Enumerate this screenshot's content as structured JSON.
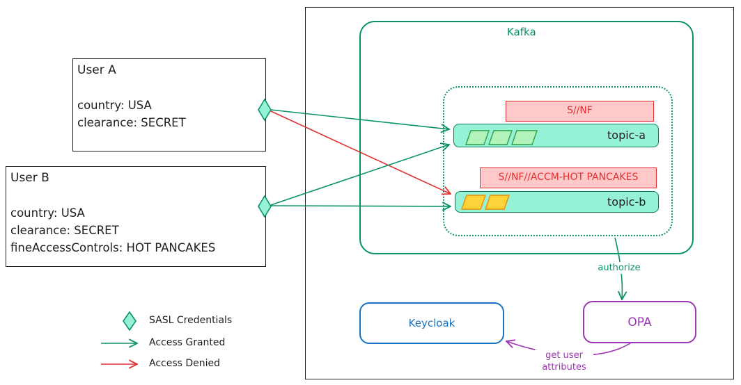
{
  "kafka": {
    "label": "Kafka"
  },
  "users": [
    {
      "name": "User A",
      "attributes": [
        "country: USA",
        "clearance: SECRET"
      ]
    },
    {
      "name": "User B",
      "attributes": [
        "country: USA",
        "clearance: SECRET",
        "fineAccessControls: HOT PANCAKES"
      ]
    }
  ],
  "topics": [
    {
      "name": "topic-a",
      "classification": "S//NF",
      "messages": 3
    },
    {
      "name": "topic-b",
      "classification": "S//NF//ACCM-HOT PANCAKES",
      "messages": 2
    }
  ],
  "services": {
    "keycloak": "Keycloak",
    "opa": "OPA"
  },
  "edge_labels": {
    "authorize": "authorize",
    "get_user_attributes": "get user\nattributes"
  },
  "legend": {
    "credentials": "SASL Credentials",
    "granted": "Access Granted",
    "denied": "Access Denied"
  },
  "colors": {
    "green": "#099268",
    "red": "#e03131",
    "blue": "#1971c2",
    "purple": "#9c36b5",
    "topic_fill": "#96f2d7",
    "tag_fill": "#ffc9c9",
    "msg_green": "#b2f2bb",
    "msg_orange": "#ffd43b"
  }
}
